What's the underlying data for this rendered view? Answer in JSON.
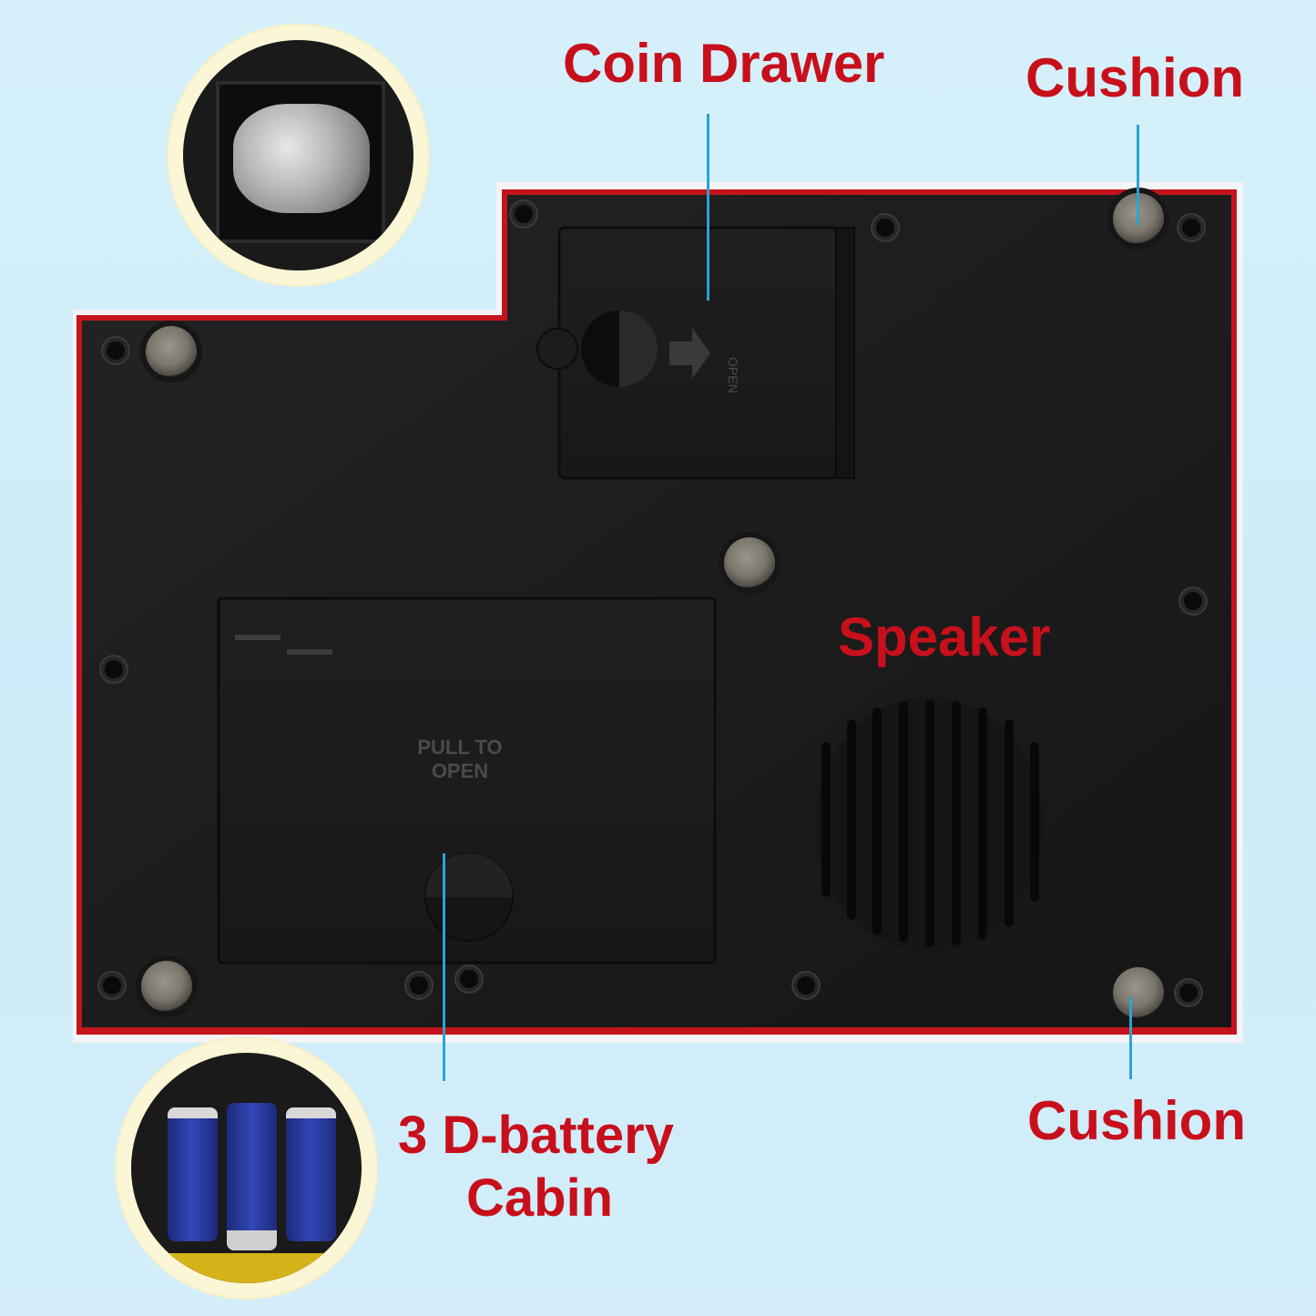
{
  "labels": {
    "coin_drawer": "Coin Drawer",
    "cushion_top": "Cushion",
    "speaker": "Speaker",
    "battery_line1": "3 D-battery",
    "battery_line2": "Cabin",
    "cushion_bottom": "Cushion"
  },
  "embossed": {
    "pull_line1": "PULL TO",
    "pull_line2": "OPEN"
  },
  "colors": {
    "label": "#c8101c",
    "leader": "#2aa3d6",
    "body": "#1c1c1c",
    "background": "#d3eefa"
  }
}
